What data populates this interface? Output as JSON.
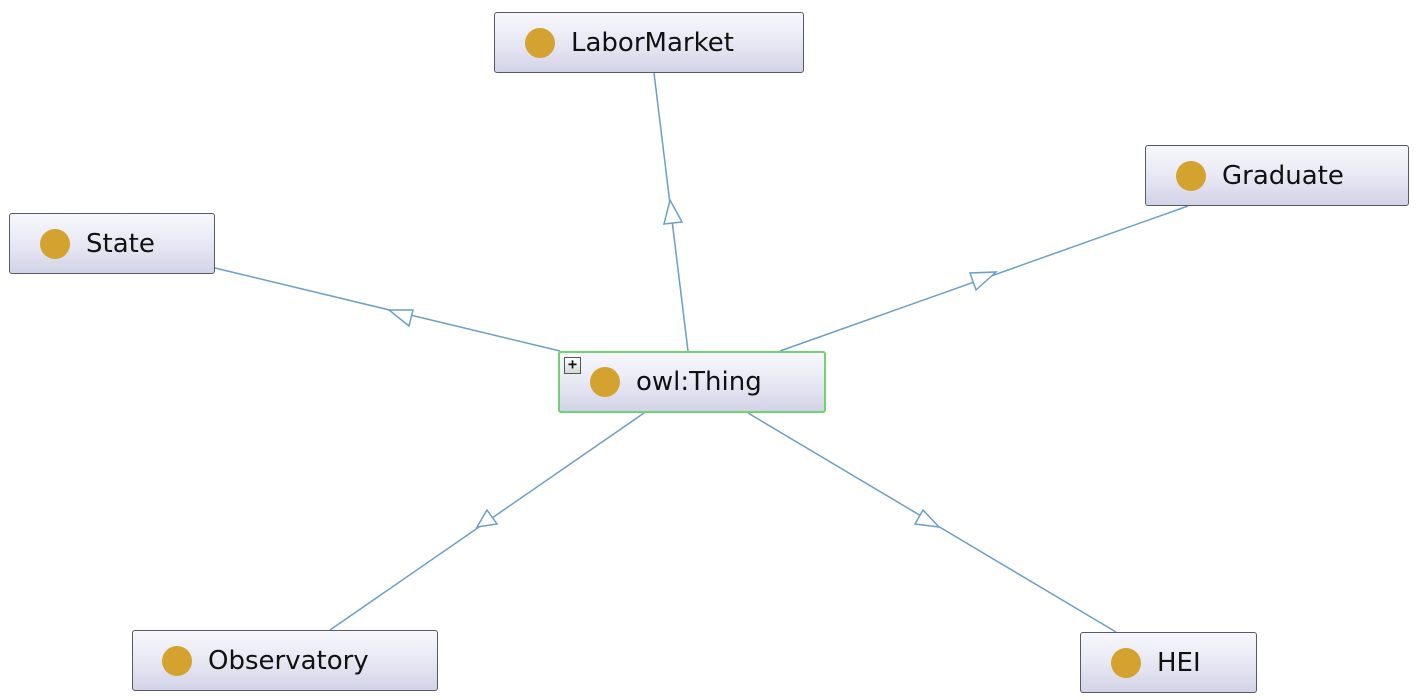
{
  "graph": {
    "root": {
      "label": "owl:Thing",
      "expand_symbol": "+",
      "icon": "class-dot-icon",
      "highlight_color": "#6fd36f"
    },
    "nodes": [
      {
        "id": "labormarket",
        "label": "LaborMarket"
      },
      {
        "id": "graduate",
        "label": "Graduate"
      },
      {
        "id": "state",
        "label": "State"
      },
      {
        "id": "observatory",
        "label": "Observatory"
      },
      {
        "id": "hei",
        "label": "HEI"
      }
    ],
    "edge_color": "#6b9ec8",
    "class_icon_color": "#d4a22e"
  }
}
